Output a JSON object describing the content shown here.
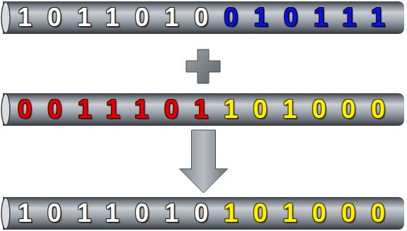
{
  "diagram": {
    "nodes": [
      {
        "text": [
          "1011010",
          "010111"
        ]
      },
      {
        "text": [
          "0011101",
          "101000"
        ]
      },
      {
        "text": [
          "1011010",
          "101000"
        ]
      }
    ],
    "edges": [
      {
        "from": 1,
        "to": 2,
        "arrow": "to"
      }
    ]
  }
}
